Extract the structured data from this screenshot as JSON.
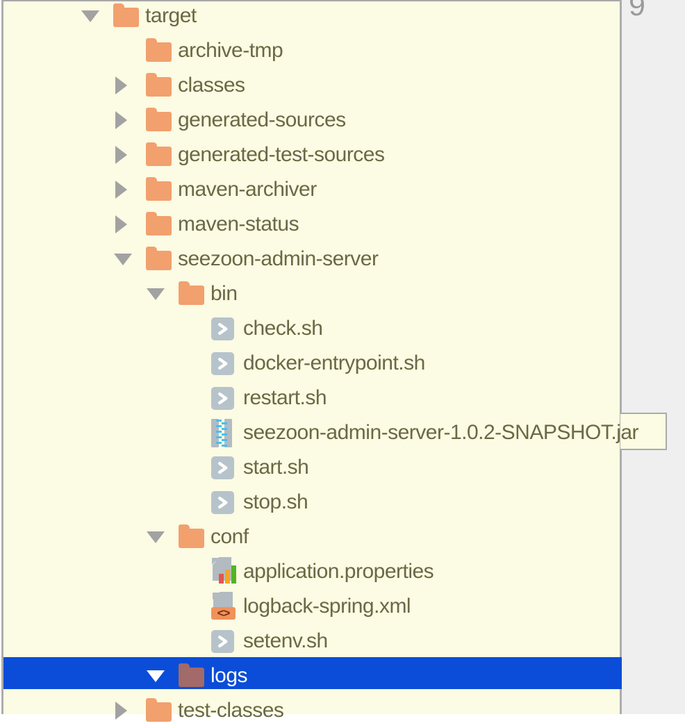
{
  "window": {
    "adjacent_line_number": "9"
  },
  "colors": {
    "panel_background": "#FCFBE3",
    "selection_background": "#0B4DD8",
    "tree_text": "#6A6945",
    "selected_text": "#FFFFFF",
    "folder_icon": "#F2A06E",
    "selected_folder_icon": "#A26A68",
    "chevron": "#A2A2A2",
    "panel_border": "#ADADAD",
    "adjacent_panel_background": "#EFEFEF"
  },
  "tree": {
    "items": [
      {
        "label": "target",
        "level": 0,
        "chevron": "expanded",
        "icon": "folder",
        "selected": false
      },
      {
        "label": "archive-tmp",
        "level": 1,
        "chevron": "none",
        "icon": "folder",
        "selected": false
      },
      {
        "label": "classes",
        "level": 1,
        "chevron": "collapsed",
        "icon": "folder",
        "selected": false
      },
      {
        "label": "generated-sources",
        "level": 1,
        "chevron": "collapsed",
        "icon": "folder",
        "selected": false
      },
      {
        "label": "generated-test-sources",
        "level": 1,
        "chevron": "collapsed",
        "icon": "folder",
        "selected": false
      },
      {
        "label": "maven-archiver",
        "level": 1,
        "chevron": "collapsed",
        "icon": "folder",
        "selected": false
      },
      {
        "label": "maven-status",
        "level": 1,
        "chevron": "collapsed",
        "icon": "folder",
        "selected": false
      },
      {
        "label": "seezoon-admin-server",
        "level": 1,
        "chevron": "expanded",
        "icon": "folder",
        "selected": false
      },
      {
        "label": "bin",
        "level": 2,
        "chevron": "expanded",
        "icon": "folder",
        "selected": false
      },
      {
        "label": "check.sh",
        "level": 3,
        "chevron": "none",
        "icon": "shell",
        "selected": false
      },
      {
        "label": "docker-entrypoint.sh",
        "level": 3,
        "chevron": "none",
        "icon": "shell",
        "selected": false
      },
      {
        "label": "restart.sh",
        "level": 3,
        "chevron": "none",
        "icon": "shell",
        "selected": false
      },
      {
        "label": "seezoon-admin-server-1.0.2-SNAPSHOT.jar",
        "level": 3,
        "chevron": "none",
        "icon": "jar",
        "selected": false,
        "overflow_popup": true
      },
      {
        "label": "start.sh",
        "level": 3,
        "chevron": "none",
        "icon": "shell",
        "selected": false
      },
      {
        "label": "stop.sh",
        "level": 3,
        "chevron": "none",
        "icon": "shell",
        "selected": false
      },
      {
        "label": "conf",
        "level": 2,
        "chevron": "expanded",
        "icon": "folder",
        "selected": false
      },
      {
        "label": "application.properties",
        "level": 3,
        "chevron": "none",
        "icon": "properties",
        "selected": false
      },
      {
        "label": "logback-spring.xml",
        "level": 3,
        "chevron": "none",
        "icon": "xml",
        "selected": false
      },
      {
        "label": "setenv.sh",
        "level": 3,
        "chevron": "none",
        "icon": "shell",
        "selected": false
      },
      {
        "label": "logs",
        "level": 2,
        "chevron": "expanded",
        "icon": "folder",
        "selected": true
      },
      {
        "label": "test-classes",
        "level": 1,
        "chevron": "collapsed",
        "icon": "folder",
        "selected": false
      }
    ]
  }
}
